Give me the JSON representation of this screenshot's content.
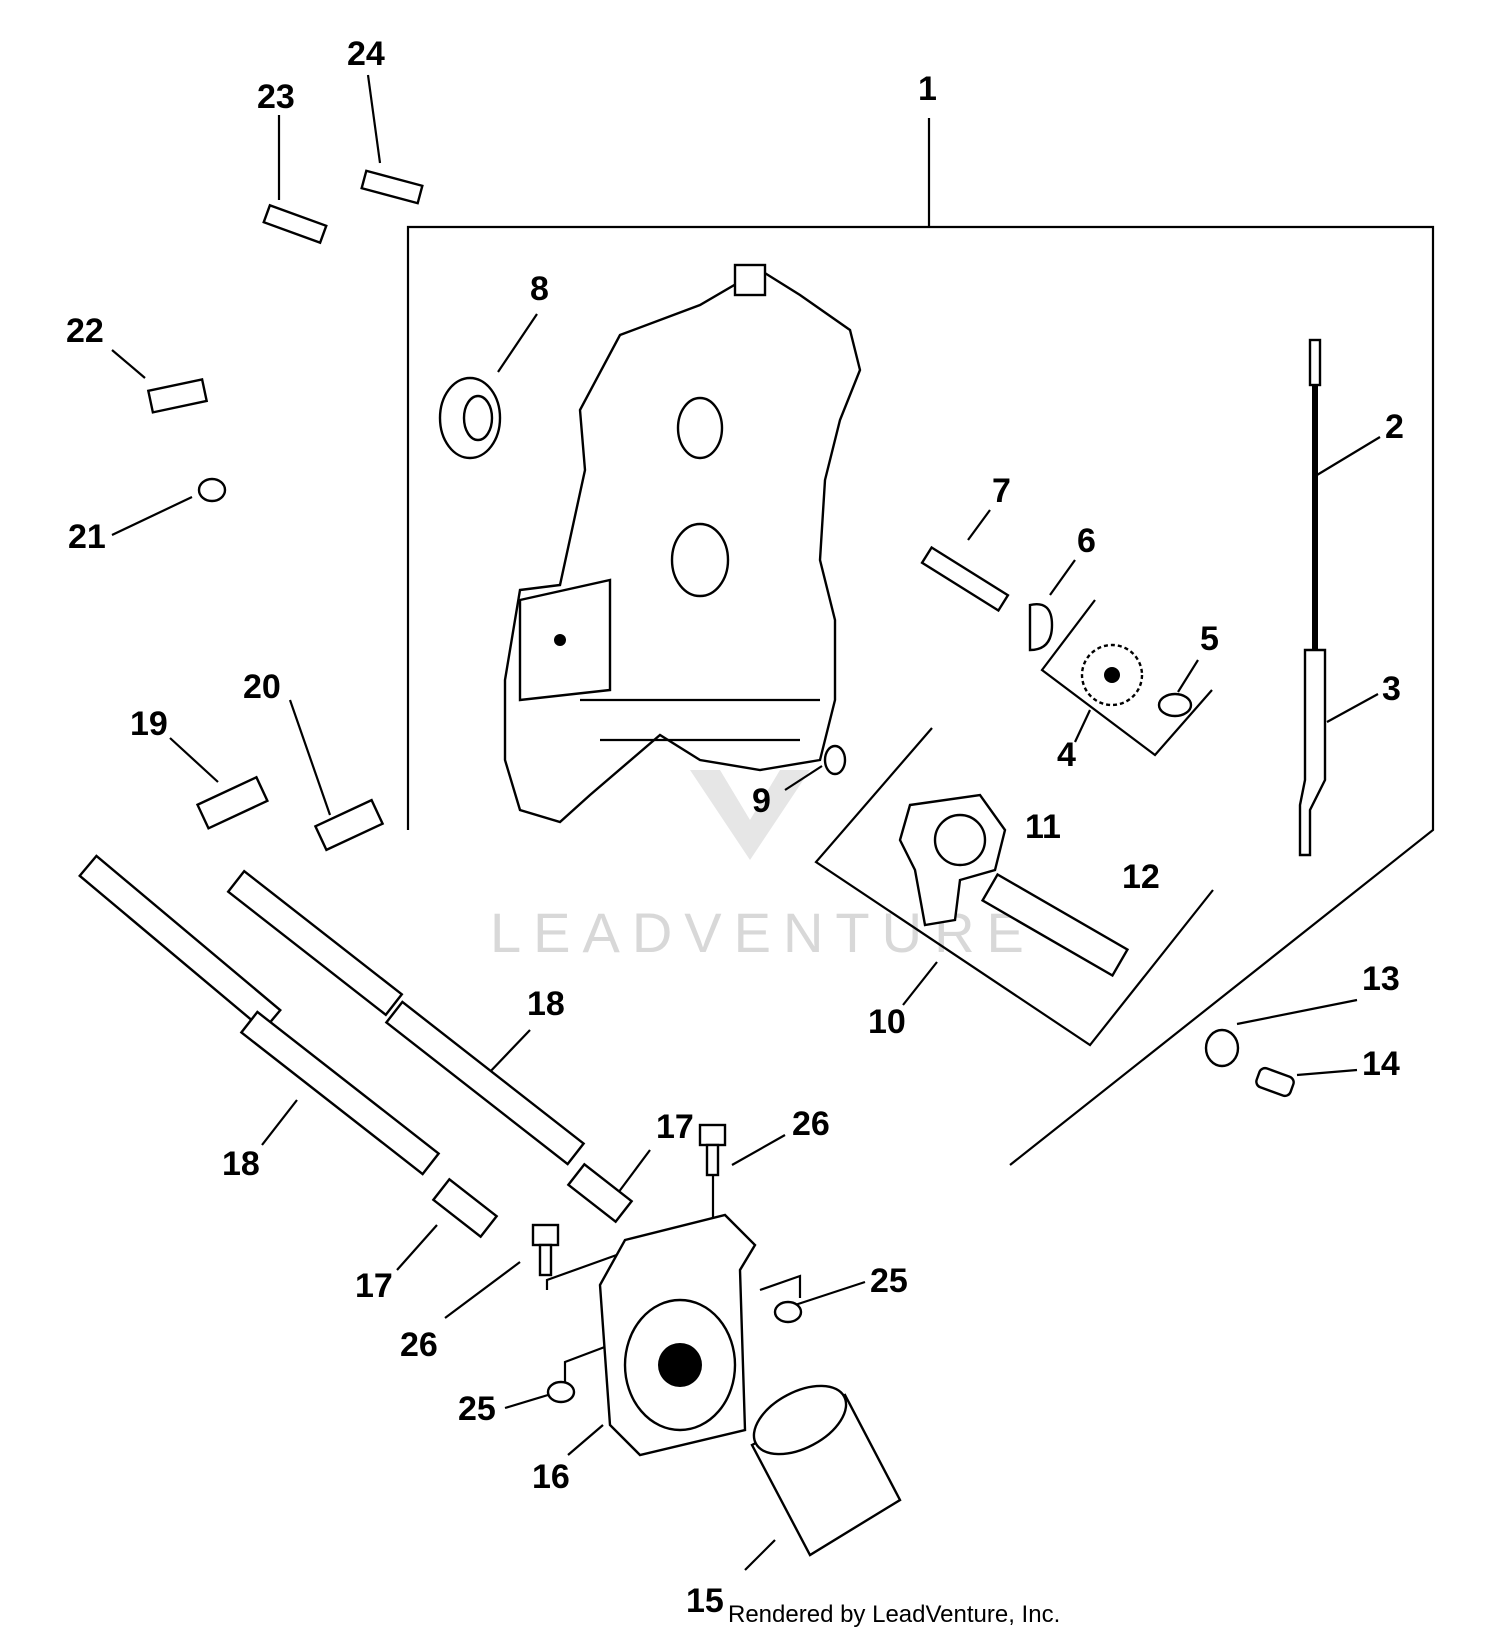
{
  "callouts": [
    {
      "id": "1",
      "text": "1"
    },
    {
      "id": "2",
      "text": "2"
    },
    {
      "id": "3",
      "text": "3"
    },
    {
      "id": "4",
      "text": "4"
    },
    {
      "id": "5",
      "text": "5"
    },
    {
      "id": "6",
      "text": "6"
    },
    {
      "id": "7",
      "text": "7"
    },
    {
      "id": "8",
      "text": "8"
    },
    {
      "id": "9",
      "text": "9"
    },
    {
      "id": "10",
      "text": "10"
    },
    {
      "id": "11",
      "text": "11"
    },
    {
      "id": "12",
      "text": "12"
    },
    {
      "id": "13",
      "text": "13"
    },
    {
      "id": "14",
      "text": "14"
    },
    {
      "id": "15",
      "text": "15"
    },
    {
      "id": "16",
      "text": "16"
    },
    {
      "id": "17a",
      "text": "17"
    },
    {
      "id": "17b",
      "text": "17"
    },
    {
      "id": "18a",
      "text": "18"
    },
    {
      "id": "18b",
      "text": "18"
    },
    {
      "id": "19",
      "text": "19"
    },
    {
      "id": "20",
      "text": "20"
    },
    {
      "id": "21",
      "text": "21"
    },
    {
      "id": "22",
      "text": "22"
    },
    {
      "id": "23",
      "text": "23"
    },
    {
      "id": "24",
      "text": "24"
    },
    {
      "id": "25a",
      "text": "25"
    },
    {
      "id": "25b",
      "text": "25"
    },
    {
      "id": "26a",
      "text": "26"
    },
    {
      "id": "26b",
      "text": "26"
    }
  ],
  "watermark": "LEADVENTURE",
  "footer": "Rendered by LeadVenture, Inc."
}
